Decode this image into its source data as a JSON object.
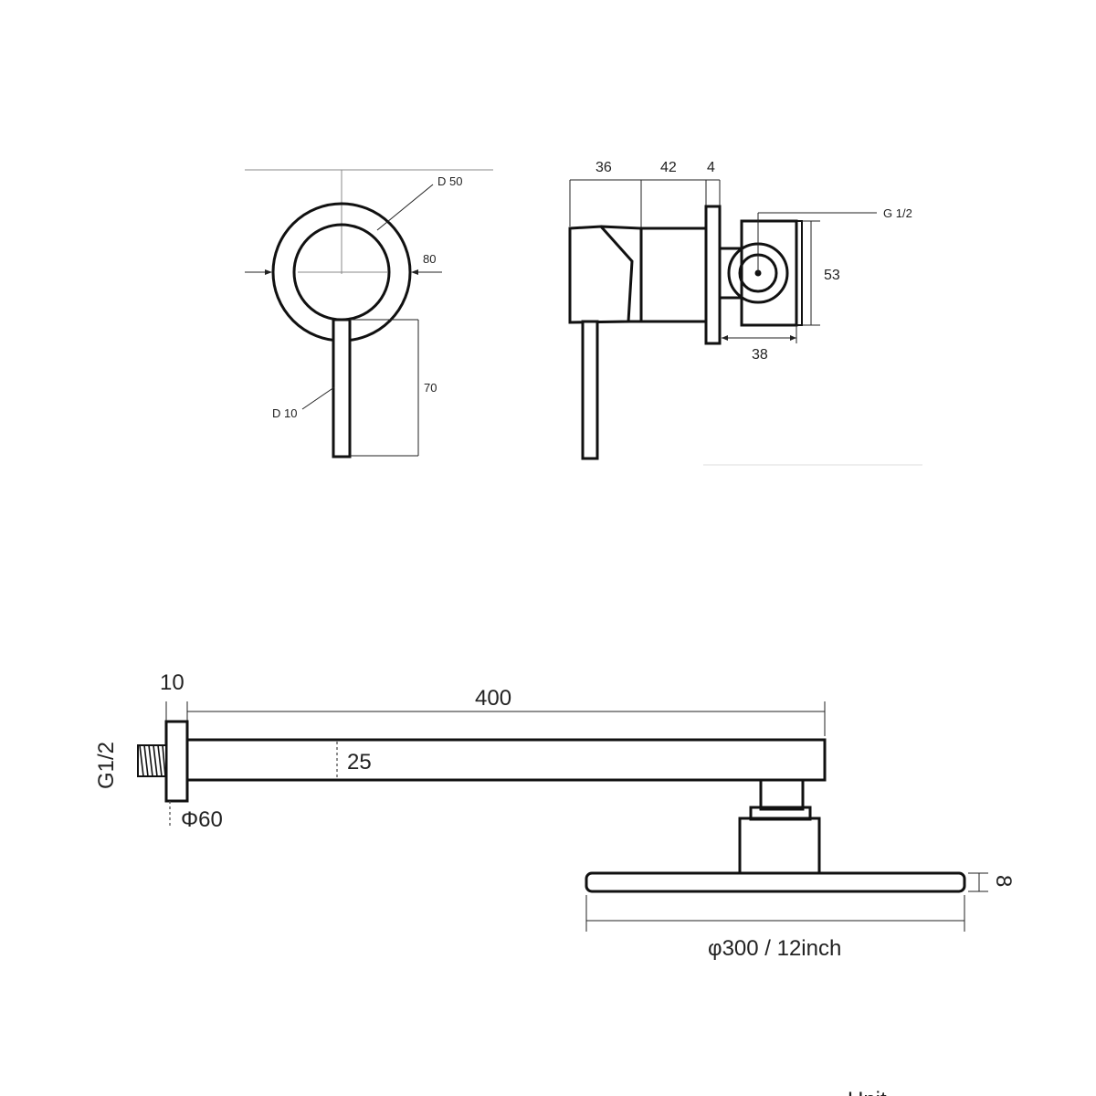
{
  "mixer_front": {
    "d50": "D 50",
    "width_80": "80",
    "lever_70": "70",
    "d10": "D 10"
  },
  "mixer_side": {
    "dim_36": "36",
    "dim_42": "42",
    "dim_4": "4",
    "thread": "G 1/2",
    "dim_53": "53",
    "dim_38": "38"
  },
  "shower_arm": {
    "flange_10": "10",
    "length_400": "400",
    "thread": "G1/2",
    "tube_25": "25",
    "flange_phi60": "Φ60"
  },
  "shower_head": {
    "thickness_8": "8",
    "diameter": "φ300 / 12inch"
  },
  "footer": {
    "unit": "Unit"
  },
  "icons": [
    "mixer-front-view",
    "mixer-side-view",
    "shower-arm",
    "shower-head"
  ]
}
